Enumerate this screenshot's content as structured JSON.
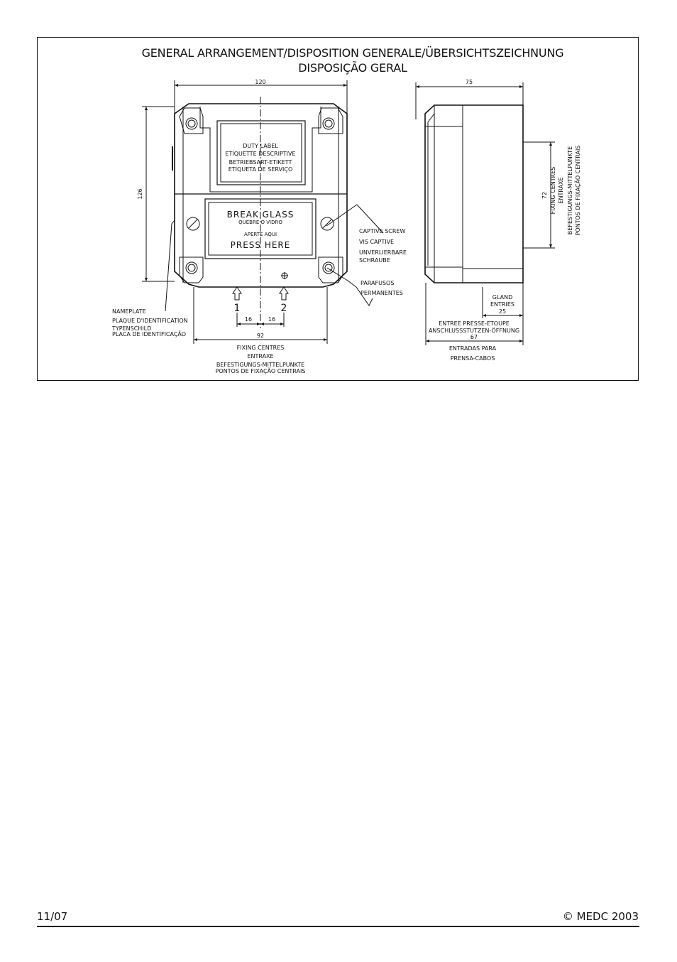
{
  "title": {
    "line1": "GENERAL ARRANGEMENT/DISPOSITION GENERALE/ÜBERSICHTSZEICHNUNG",
    "line2": "DISPOSIÇÃO GERAL"
  },
  "front_view": {
    "dim_width": "120",
    "dim_height": "126",
    "duty_label": [
      "DUTY LABEL",
      "ETIQUETTE DESCRIPTIVE",
      "BETRIEBSART-ETIKETT",
      "ETIQUETA DE SERVIÇO"
    ],
    "break_glass": "BREAK GLASS",
    "quebre": "QUEBRE O VIDRO",
    "aperte": "APERTE AQUI",
    "press_here": "PRESS HERE",
    "captive_screw": [
      "CAPTIVE SCREW",
      "VIS CAPTIVE",
      "UNVERLIERBARE",
      "SCHRAUBE"
    ],
    "parafusos": [
      "PARAFUSOS",
      "PERMANENTES"
    ],
    "nameplate": [
      "NAMEPLATE",
      "PLAQUE D'IDENTIFICATION",
      "TYPENSCHILD",
      "PLACA DE IDENTIFICAÇÃO"
    ],
    "entry_1": "1",
    "entry_2": "2",
    "dim_16a": "16",
    "dim_16b": "16",
    "dim_92": "92",
    "fixing_centres": [
      "FIXING CENTRES",
      "ENTRAXE",
      "BEFESTIGUNGS-MITTELPUNKTE",
      "PONTOS DE FIXAÇÃO CENTRAIS"
    ]
  },
  "side_view": {
    "dim_depth": "75",
    "dim_72": "72",
    "fixing_centres_vertical": [
      "FIXING CENTRES",
      "ENTRAXE",
      "BEFESTIGUNGS-MITTELPUNKTE",
      "PONTOS DE FIXAÇÃO CENTRAIS"
    ],
    "gland_entries": [
      "GLAND",
      "ENTRIES"
    ],
    "dim_25": "25",
    "entree": [
      "ENTREE PRESSE-ETOUPE",
      "ANSCHLUSSSTUTZEN-ÖFFNUNG"
    ],
    "dim_67": "67",
    "entradas": [
      "ENTRADAS PARA",
      "PRENSA-CABOS"
    ]
  },
  "footer": {
    "date": "11/07",
    "copyright": "© MEDC 2003"
  }
}
